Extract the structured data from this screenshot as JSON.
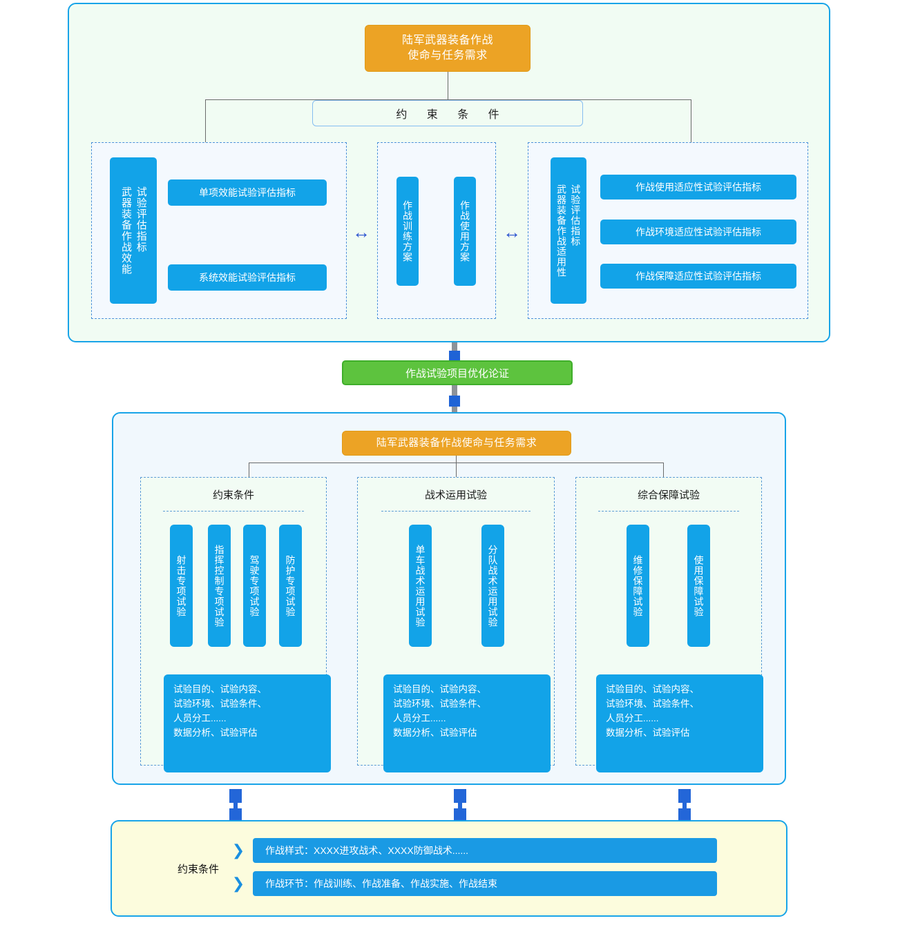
{
  "colors": {
    "orange": "#eca325",
    "green": "#5dc33e",
    "blue": "#12a3e8",
    "panel_border": "#18a4e8",
    "dark_arrow": "#2a52cf",
    "node_blue": "#1f63d6"
  },
  "section_top": {
    "title": "陆军武器装备作战\n使命与任务需求",
    "constraint_pill": "约 束 条 件",
    "group_effectiveness": {
      "vertical_label": "试验评估指标\n武器装备作战效能",
      "items": [
        "单项效能试验评估指标",
        "系统效能试验评估指标"
      ]
    },
    "group_scheme": {
      "items": [
        "作战训练方案",
        "作战使用方案"
      ]
    },
    "group_suitability": {
      "vertical_label": "试验评估指标\n武器装备作战适用性",
      "items": [
        "作战使用适应性试验评估指标",
        "作战环境适应性试验评估指标",
        "作战保障适应性试验评估指标"
      ]
    },
    "arrow_left": "↔",
    "arrow_right": "↔"
  },
  "green_stage": {
    "label": "作战试验项目优化论证"
  },
  "section_mid": {
    "title": "陆军武器装备作战使命与任务需求",
    "panels": [
      {
        "title": "约束条件",
        "columns": [
          "射击专项试验",
          "指挥控制专项试验",
          "驾驶专项试验",
          "防护专项试验"
        ],
        "description": "试验目的、试验内容、\n试验环境、试验条件、\n人员分工......\n数据分析、试验评估"
      },
      {
        "title": "战术运用试验",
        "columns": [
          "单车战术运用试验",
          "分队战术运用试验"
        ],
        "description": "试验目的、试验内容、\n试验环境、试验条件、\n人员分工......\n数据分析、试验评估"
      },
      {
        "title": "综合保障试验",
        "columns": [
          "维修保障试验",
          "使用保障试验"
        ],
        "description": "试验目的、试验内容、\n试验环境、试验条件、\n人员分工......\n数据分析、试验评估"
      }
    ]
  },
  "section_bottom": {
    "label": "约束条件",
    "chevron": "❯",
    "rows": [
      "作战样式：XXXX进攻战术、XXXX防御战术......",
      "作战环节：作战训练、作战准备、作战实施、作战结束"
    ]
  }
}
